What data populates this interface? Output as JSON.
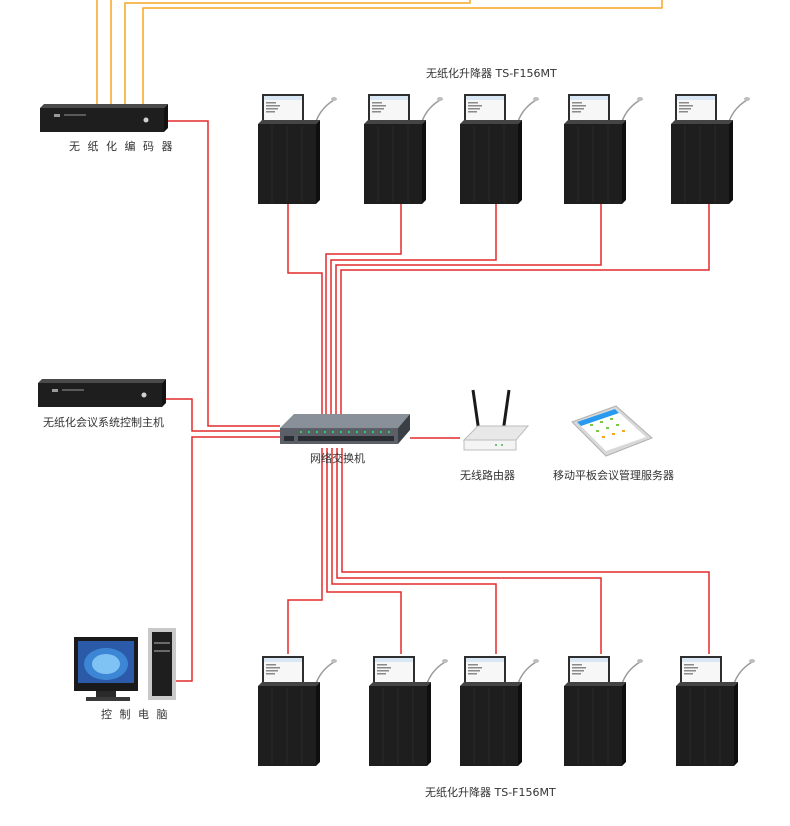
{
  "labels": {
    "top_lifts": "无纸化升降器  TS-F156MT",
    "bottom_lifts": "无纸化升降器  TS-F156MT",
    "encoder": "无 纸 化 编 码 器",
    "control_host": "无纸化会议系统控制主机",
    "switch": "网络交换机",
    "router": "无线路由器",
    "tablet_server": "移动平板会议管理服务器",
    "pc": "控 制 电 脑"
  },
  "colors": {
    "signal_line": "#e32b2b",
    "video_line": "#f5a623",
    "device_body": "#1e1e1e",
    "panel": "#2a2a2a"
  }
}
